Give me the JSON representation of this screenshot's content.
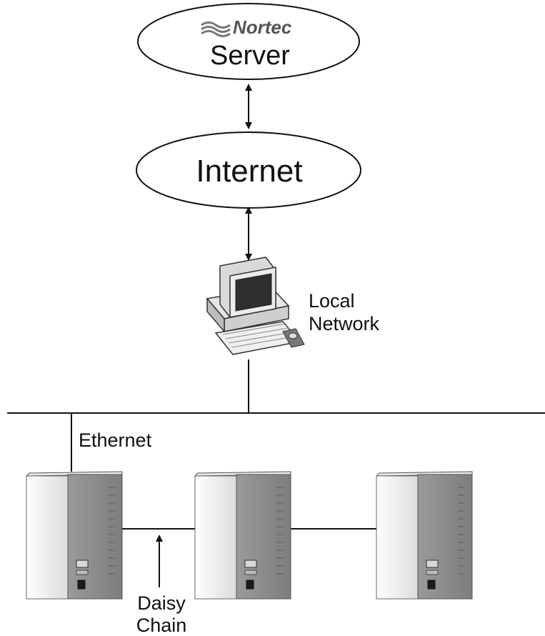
{
  "nodes": {
    "server": {
      "logo": "Nortec",
      "label": "Server"
    },
    "internet": {
      "label": "Internet"
    },
    "local_network": {
      "label_line1": "Local",
      "label_line2": "Network"
    },
    "ethernet": {
      "label": "Ethernet"
    },
    "daisy_chain": {
      "label_line1": "Daisy",
      "label_line2": "Chain"
    }
  },
  "icons": {
    "logo": "nortec-waves-logo",
    "computer": "desktop-computer-icon",
    "humidifier": "humidifier-unit-icon"
  },
  "colors": {
    "stroke": "#111111",
    "unit_light": "#f2f2f2",
    "unit_dark": "#8c8c8c"
  }
}
